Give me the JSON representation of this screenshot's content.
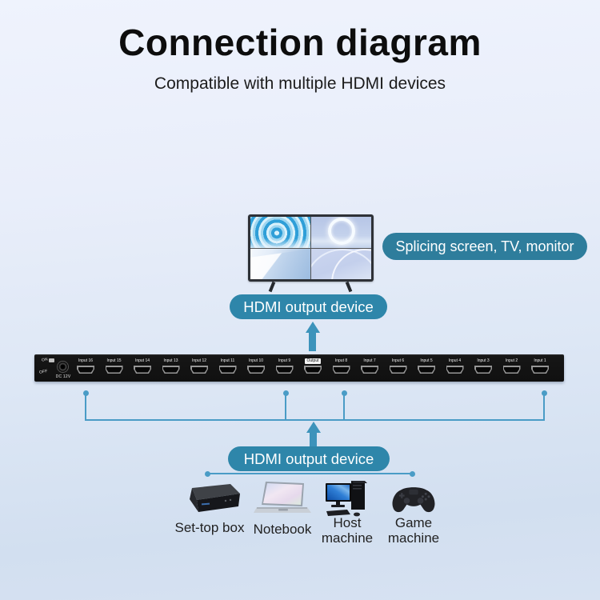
{
  "header": {
    "title": "Connection diagram",
    "subtitle": "Compatible with multiple HDMI devices"
  },
  "output_section": {
    "monitor_caption": "Splicing screen, TV, monitor",
    "output_device_label": "HDMI output device"
  },
  "device_panel": {
    "power_on": "ON",
    "power_off": "OFF",
    "dc_label": "DC 12V",
    "ports": [
      {
        "label": "Input 16",
        "type": "input"
      },
      {
        "label": "Input 15",
        "type": "input"
      },
      {
        "label": "Input 14",
        "type": "input"
      },
      {
        "label": "Input 13",
        "type": "input"
      },
      {
        "label": "Input 12",
        "type": "input"
      },
      {
        "label": "Input 11",
        "type": "input"
      },
      {
        "label": "Input 10",
        "type": "input"
      },
      {
        "label": "Input 9",
        "type": "input"
      },
      {
        "label": "Output",
        "type": "output"
      },
      {
        "label": "Input 8",
        "type": "input"
      },
      {
        "label": "Input 7",
        "type": "input"
      },
      {
        "label": "Input 6",
        "type": "input"
      },
      {
        "label": "Input 5",
        "type": "input"
      },
      {
        "label": "Input 4",
        "type": "input"
      },
      {
        "label": "Input 3",
        "type": "input"
      },
      {
        "label": "Input 2",
        "type": "input"
      },
      {
        "label": "Input 1",
        "type": "input"
      }
    ]
  },
  "input_section": {
    "input_device_label": "HDMI output device",
    "sources": [
      {
        "label": "Set-top box",
        "icon": "set-top-box-icon"
      },
      {
        "label": "Notebook",
        "icon": "notebook-icon"
      },
      {
        "label": "Host machine",
        "icon": "host-machine-icon"
      },
      {
        "label": "Game machine",
        "icon": "game-machine-icon"
      }
    ]
  },
  "colors": {
    "title_text": "#0d0d0d",
    "caption_pill": "#2e7d9c",
    "device_pill": "#2e86aa",
    "arrow": "#3c93bb",
    "connector": "#4a9cc6",
    "panel_black": "#141414"
  }
}
